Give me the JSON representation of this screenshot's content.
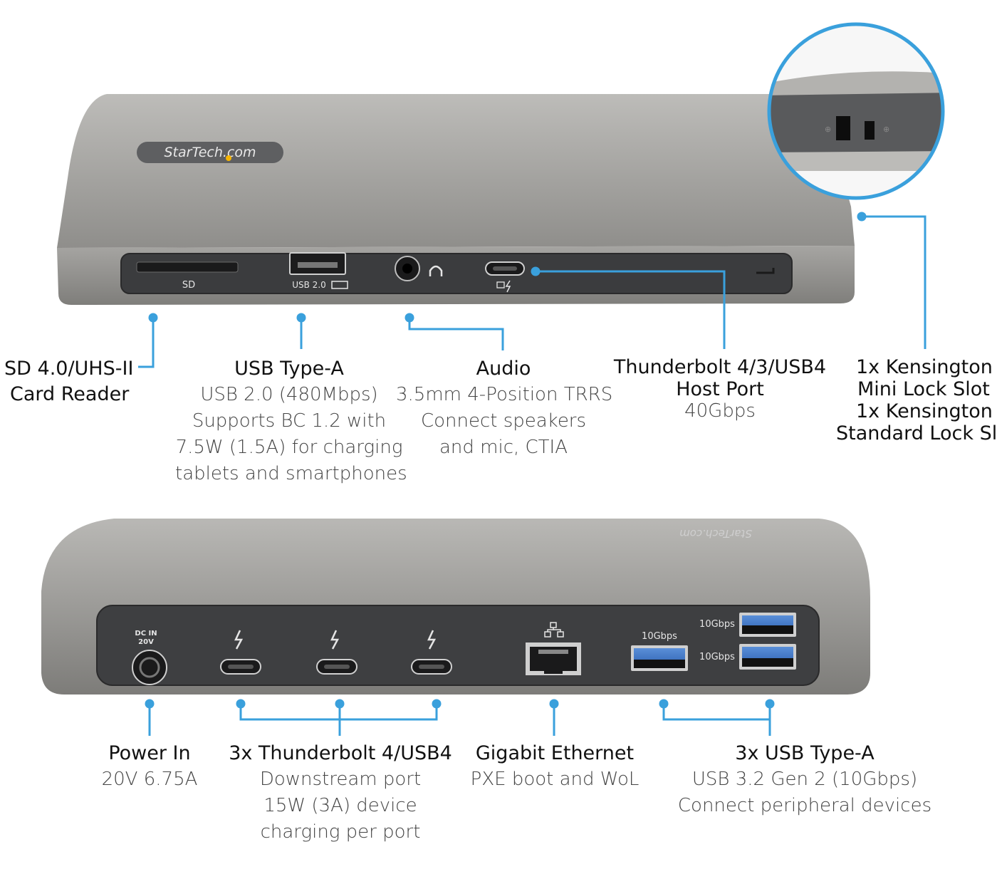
{
  "brand": {
    "logo_text": "StarTech.com",
    "accent": "#f7b500"
  },
  "colors": {
    "callout": "#3aa0dc",
    "body": "#a8a8a6",
    "panel": "#3e3f41"
  },
  "front_panel": {
    "port_labels": {
      "sd": "SD",
      "usb2": "USB 2.0"
    }
  },
  "rear_panel": {
    "power_label_line1": "DC IN",
    "power_label_line2": "20V",
    "usb_speed_1": "10Gbps",
    "usb_speed_2": "10Gbps",
    "usb_speed_3": "10Gbps"
  },
  "callouts_top": [
    {
      "id": "sd",
      "title_lines": [
        "SD 4.0/UHS-II",
        "Card Reader"
      ],
      "detail_lines": []
    },
    {
      "id": "usb-a",
      "title_lines": [
        "USB Type-A"
      ],
      "detail_lines": [
        "USB 2.0 (480Mbps)",
        "Supports BC 1.2 with",
        "7.5W (1.5A) for charging",
        "tablets and smartphones"
      ]
    },
    {
      "id": "audio",
      "title_lines": [
        "Audio"
      ],
      "detail_lines": [
        "3.5mm 4-Position TRRS",
        "Connect speakers",
        "and mic, CTIA"
      ]
    },
    {
      "id": "thunderbolt-host",
      "title_lines": [
        "Thunderbolt 4/3/USB4",
        "Host Port"
      ],
      "detail_lines": [
        "40Gbps"
      ]
    },
    {
      "id": "kensington",
      "title_lines": [
        "1x Kensington",
        "Mini Lock Slot",
        "1x Kensington",
        "Standard Lock Slo"
      ],
      "detail_lines": []
    }
  ],
  "callouts_bottom": [
    {
      "id": "power",
      "title_lines": [
        "Power In"
      ],
      "detail_lines": [
        "20V 6.75A"
      ]
    },
    {
      "id": "thunderbolt-down",
      "title_lines": [
        "3x Thunderbolt 4/USB4"
      ],
      "detail_lines": [
        "Downstream port",
        "15W (3A) device",
        "charging per port"
      ]
    },
    {
      "id": "ethernet",
      "title_lines": [
        "Gigabit Ethernet"
      ],
      "detail_lines": [
        "PXE boot and WoL"
      ]
    },
    {
      "id": "usb-a-rear",
      "title_lines": [
        "3x USB Type-A"
      ],
      "detail_lines": [
        "USB 3.2 Gen 2 (10Gbps)",
        "Connect peripheral devices"
      ]
    }
  ]
}
